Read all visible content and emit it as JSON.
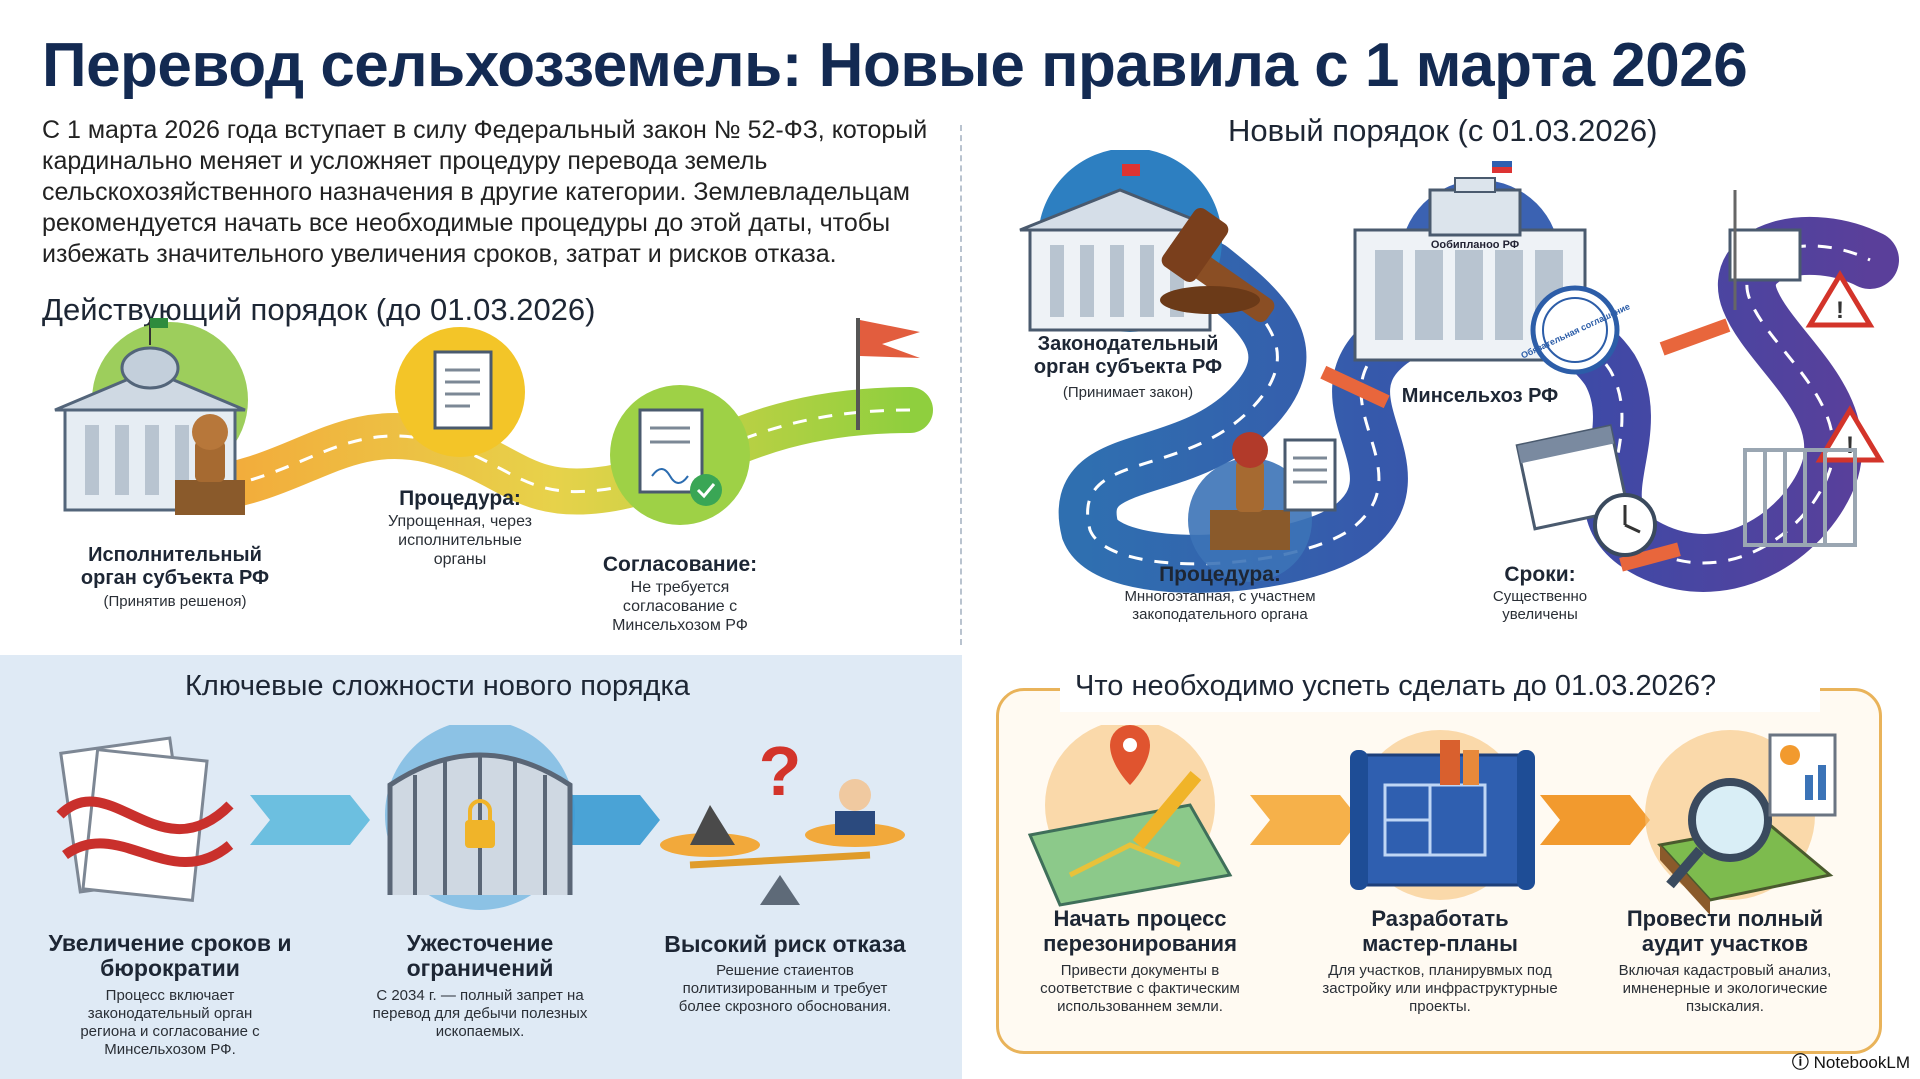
{
  "title": "Перевод сельхозземель: Новые правила с 1 марта 2026",
  "intro": "С 1 марта 2026 года вступает в силу Федеральный закон № 52-ФЗ, который кардинально меняет и усложняет процедуру перевода земель сельскохозяйственного назначения в другие категории. Землевладельцам рекомендуется начать все необходимые процедуры до этой даты, чтобы избежать значительного увеличения сроков, затрат и рисков отказа.",
  "current": {
    "title": "Действующий порядок (до 01.03.2026)",
    "step1": {
      "label": "Исполнительный орган субъекта РФ",
      "sub": "(Принятив решеноя)"
    },
    "step2": {
      "label": "Процедура:",
      "sub": "Упрощенная, через исполнительные органы"
    },
    "step3": {
      "label": "Согласование:",
      "sub": "Не требуется согласование с Минсельхозом РФ"
    }
  },
  "new": {
    "title": "Новый порядок (с 01.03.2026)",
    "step1": {
      "label": "Законодательный орган субъекта РФ",
      "sub": "(Принимает закон)"
    },
    "step2": {
      "label": "Минсельхоз РФ"
    },
    "step3": {
      "label": "Процедура:",
      "sub": "Мнногоэтапная, с участнем закоподательного органа"
    },
    "step4": {
      "label": "Сроки:",
      "sub": "Существенно увеличены"
    },
    "building_sign": "Ообипланоо РФ",
    "stamp_text": "Обязательная соглашение"
  },
  "challenges": {
    "title": "Ключевые сложности нового порядка",
    "items": [
      {
        "label": "Увеличение сроков и бюрократии",
        "sub": "Процесс включает законодательный орган региона и согласование с Минсельхозом РФ."
      },
      {
        "label": "Ужесточение ограничений",
        "sub": "С 2034 г. — полный запрет на перевод для дебычи полезных ископаемых."
      },
      {
        "label": "Высокий риск отказа",
        "sub": "Решение стаиентов политизированным и требует более скрозного обоснования."
      }
    ]
  },
  "todo": {
    "title": "Что необходимо успеть сделать до 01.03.2026?",
    "items": [
      {
        "label": "Начать процесс перезонирования",
        "sub": "Привести документы в соответствие с фактическим использованнем земли."
      },
      {
        "label": "Разработать мастер-планы",
        "sub": "Для участков, планирувмых под застройку или инфраструктурные проекты."
      },
      {
        "label": "Провести полный аудит участков",
        "sub": "Включая кадастровый анализ, имненерные и экологические пзыскалия."
      }
    ]
  },
  "brand": "NotebookLM",
  "colors": {
    "title": "#132a52",
    "road_new": "#3a4fa3",
    "road_old": "#9acd32",
    "accent_orange": "#f29a2e",
    "panel_blue": "#dfeaf5"
  }
}
